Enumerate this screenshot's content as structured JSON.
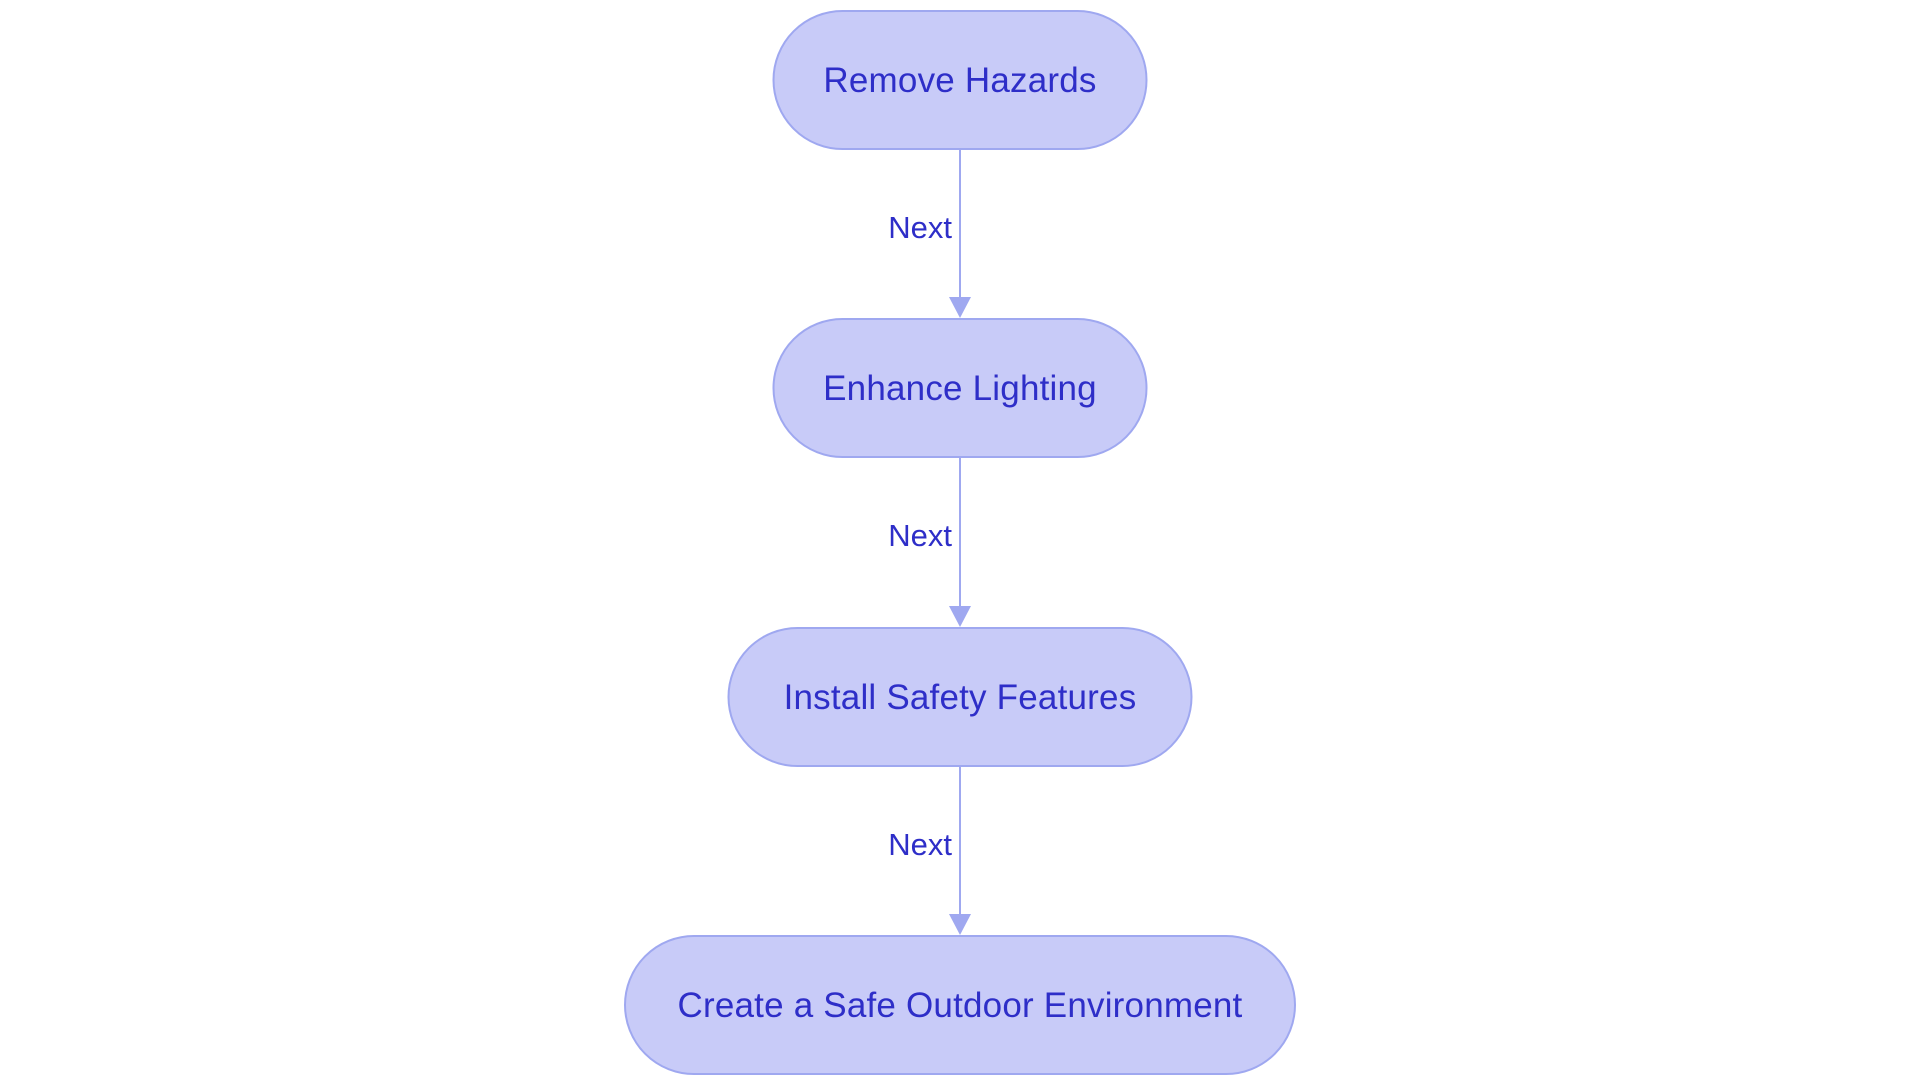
{
  "diagram": {
    "type": "flowchart",
    "orientation": "vertical",
    "background_color": "#ffffff",
    "node_fill_color": "#c8cbf8",
    "node_border_color": "#9fa8f0",
    "node_text_color": "#2e2ec8",
    "edge_color": "#9fa8f0",
    "edge_label_color": "#2e2ec8",
    "nodes": [
      {
        "id": "n0",
        "label": "Remove Hazards",
        "shape": "stadium"
      },
      {
        "id": "n1",
        "label": "Enhance Lighting",
        "shape": "stadium"
      },
      {
        "id": "n2",
        "label": "Install Safety Features",
        "shape": "stadium"
      },
      {
        "id": "n3",
        "label": "Create a Safe Outdoor Environment",
        "shape": "stadium"
      }
    ],
    "edges": [
      {
        "from": "n0",
        "to": "n1",
        "label": "Next",
        "arrow": "triangle"
      },
      {
        "from": "n1",
        "to": "n2",
        "label": "Next",
        "arrow": "triangle"
      },
      {
        "from": "n2",
        "to": "n3",
        "label": "Next",
        "arrow": "triangle"
      }
    ]
  }
}
